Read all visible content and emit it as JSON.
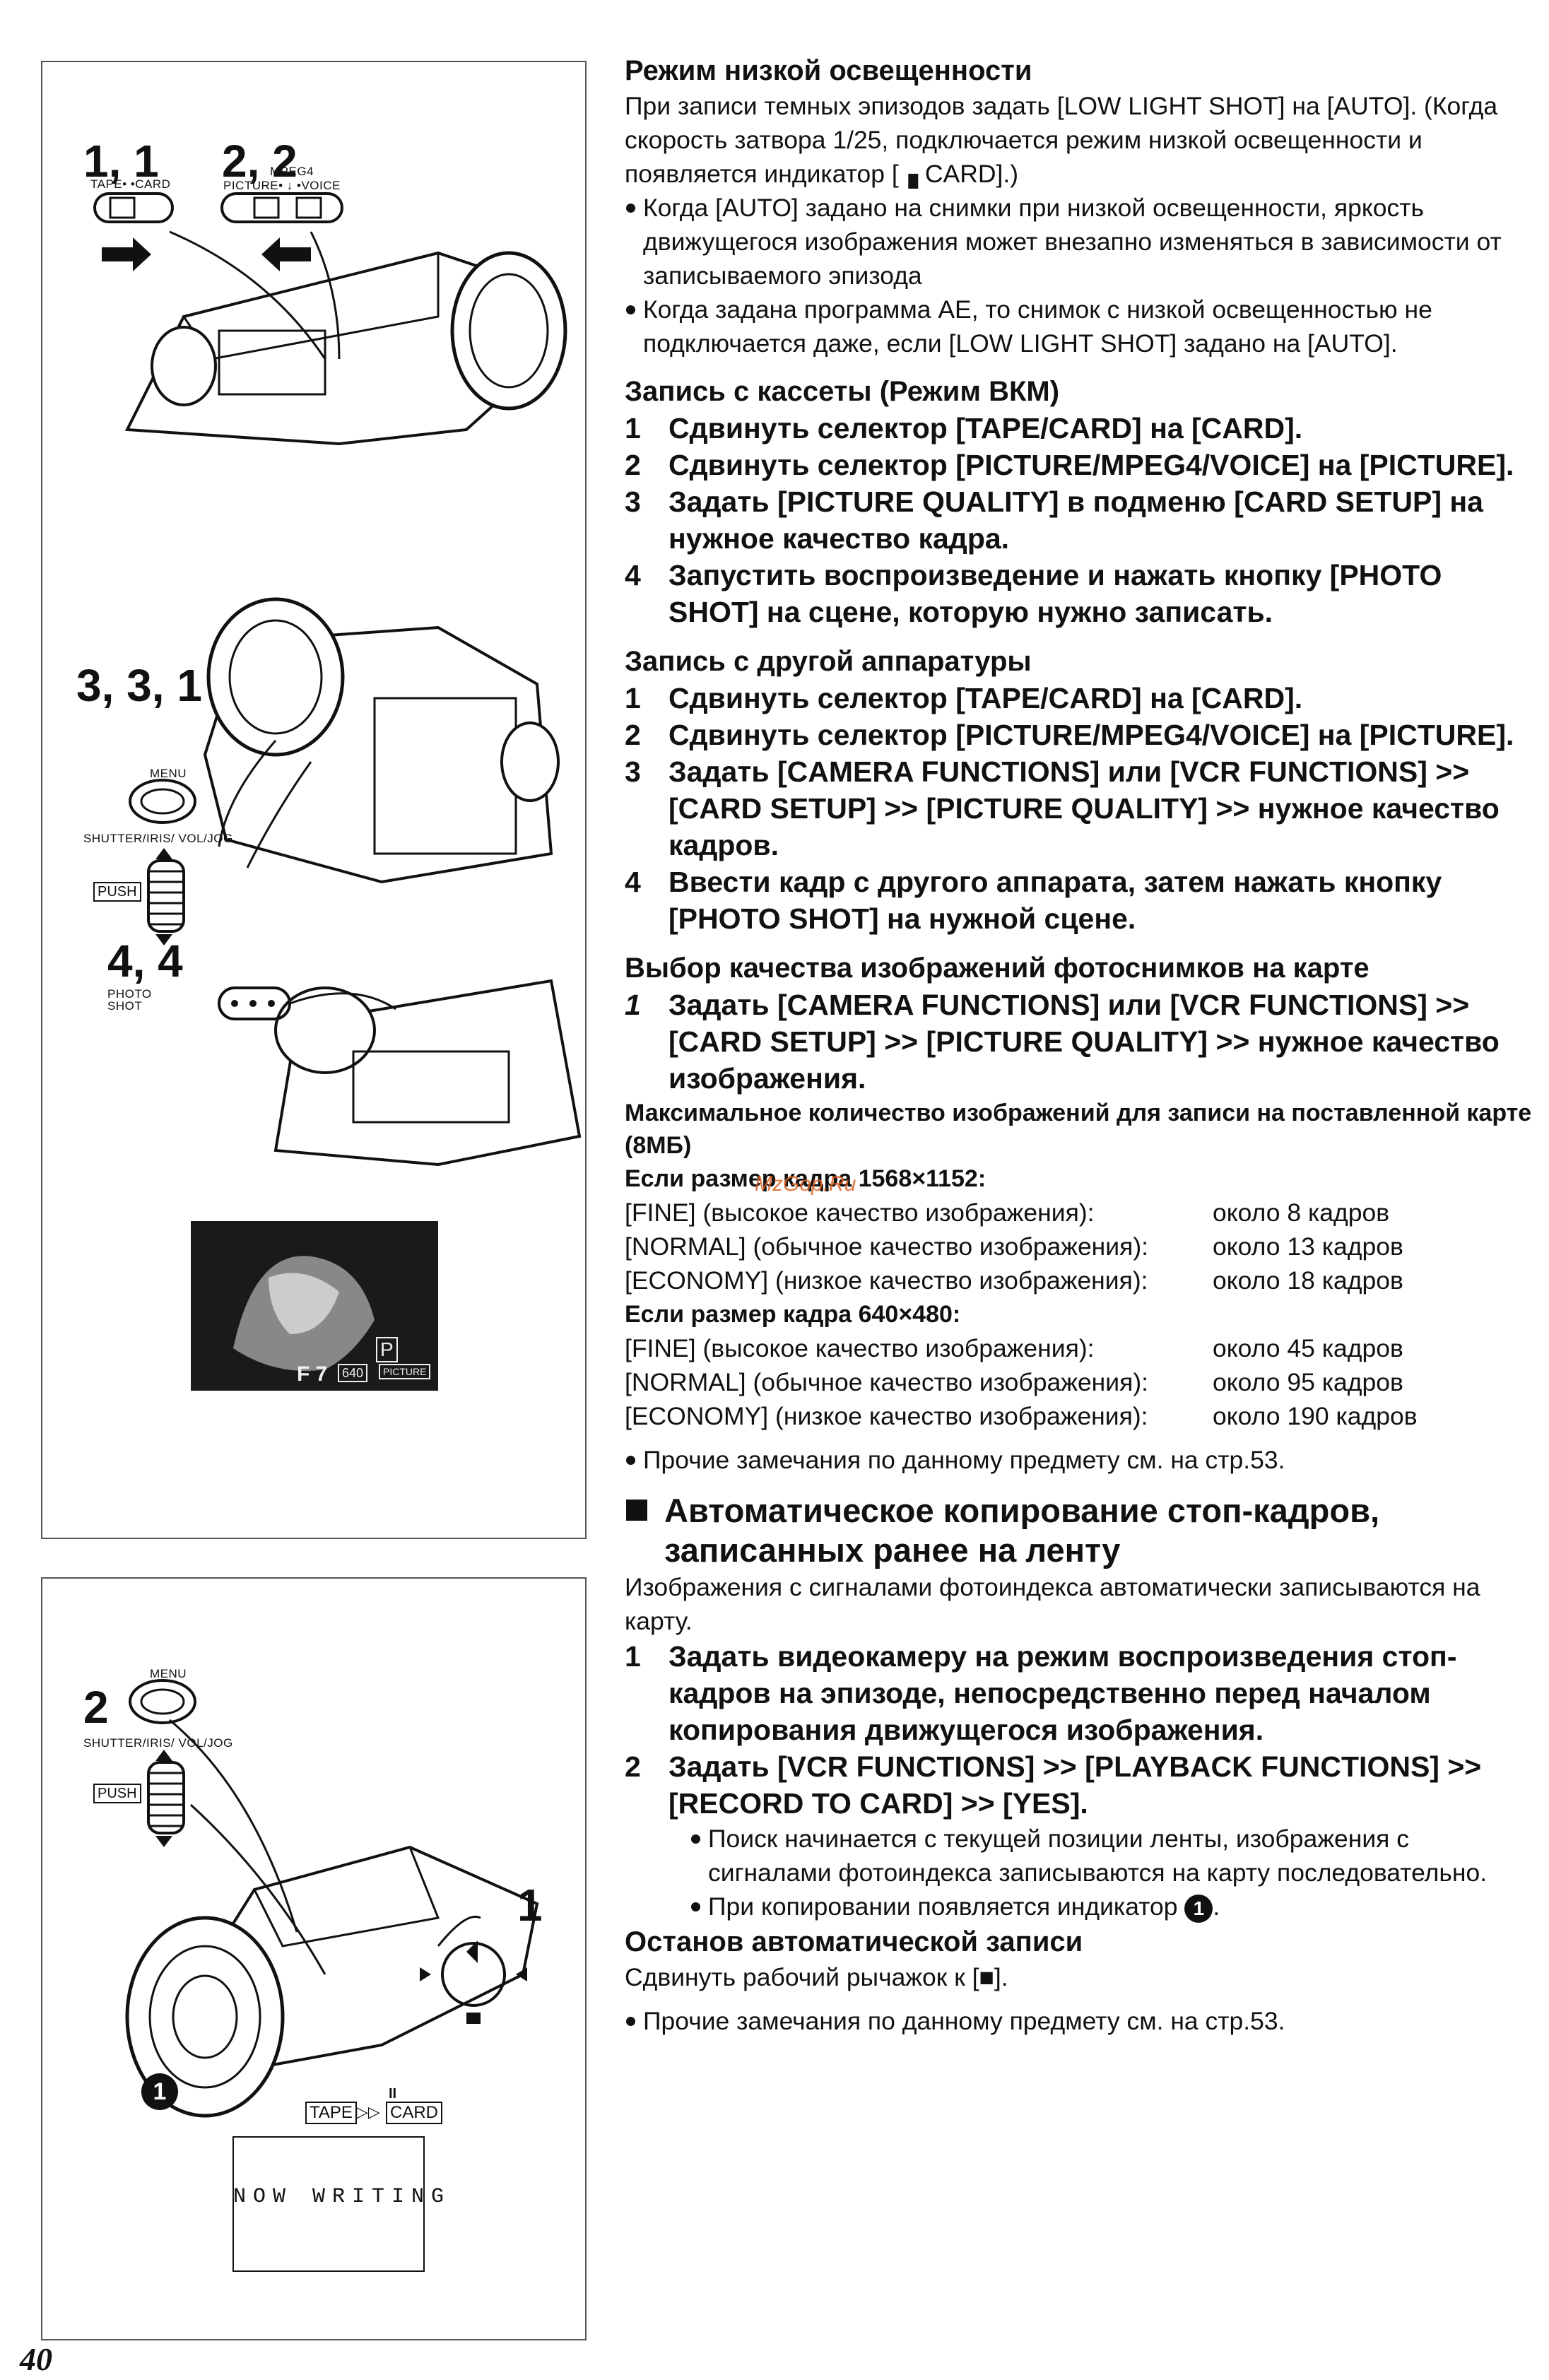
{
  "left": {
    "top_labels": {
      "step1": "1, 1",
      "step2": "2, 2",
      "tape_card": "TAPE• •CARD",
      "mpeg4": "MPEG4",
      "picture_voice": "PICTURE• ↓ •VOICE",
      "step3": "3, 3, 1",
      "menu": "MENU",
      "shutter": "SHUTTER/IRIS/ VOL/JOG",
      "push": "PUSH",
      "step4": "4, 4",
      "photo_shot": "PHOTO SHOT",
      "osd_f": "F 7",
      "osd_640": "640",
      "osd_picture": "PICTURE",
      "osd_p": "P"
    },
    "bottom_labels": {
      "step2": "2",
      "menu": "MENU",
      "shutter": "SHUTTER/IRIS/ VOL/JOG",
      "push": "PUSH",
      "step1": "1",
      "marker": "1",
      "tape": "TAPE",
      "arrow": "▷▷",
      "card": "CARD",
      "pause": "II",
      "now_writing": "NOW WRITING"
    }
  },
  "text": {
    "s1": {
      "title": "Режим низкой освещенности",
      "p1": "При записи темных эпизодов задать [LOW LIGHT SHOT] на [AUTO]. (Когда скорость затвора 1/25, подключается режим низкой освещенности и появляется индикатор [▗ CARD].)",
      "b1": "Когда [AUTO] задано на снимки при низкой освещенности, яркость движущегося изображения может внезапно изменяться в зависимости от записываемого эпизода",
      "b2": "Когда задана программа AE, то снимок с низкой освещенностью не подключается даже, если [LOW LIGHT SHOT] задано на [AUTO]."
    },
    "s2": {
      "title": "Запись с кассеты (Режим ВКМ)",
      "steps": [
        {
          "n": "1",
          "t": "Сдвинуть селектор [TAPE/CARD] на [CARD]."
        },
        {
          "n": "2",
          "t": "Сдвинуть селектор [PICTURE/MPEG4/VOICE] на [PICTURE]."
        },
        {
          "n": "3",
          "t": "Задать [PICTURE QUALITY] в подменю [CARD SETUP] на нужное качество кадра."
        },
        {
          "n": "4",
          "t": "Запустить воспроизведение и нажать кнопку [PHOTO SHOT] на сцене, которую нужно записать."
        }
      ]
    },
    "s3": {
      "title": "Запись с другой аппаратуры",
      "steps": [
        {
          "n": "1",
          "t": "Сдвинуть селектор [TAPE/CARD] на [CARD]."
        },
        {
          "n": "2",
          "t": "Сдвинуть селектор [PICTURE/MPEG4/VOICE] на [PICTURE]."
        },
        {
          "n": "3",
          "t": "Задать [CAMERA FUNCTIONS] или [VCR FUNCTIONS] >> [CARD SETUP] >> [PICTURE QUALITY] >> нужное качество кадров."
        },
        {
          "n": "4",
          "t": "Ввести кадр с другого аппарата, затем нажать кнопку [PHOTO SHOT] на нужной сцене."
        }
      ]
    },
    "s4": {
      "title": "Выбор качества изображений фотоснимков на карте",
      "steps": [
        {
          "n": "1",
          "t": "Задать [CAMERA FUNCTIONS] или [VCR FUNCTIONS] >> [CARD SETUP] >> [PICTURE QUALITY] >> нужное качество изображения."
        }
      ],
      "max_line": "Максимальное количество изображений для записи на поставленной карте (8МБ)",
      "size1": "Если размер кадра 1568×1152:",
      "rows1": [
        {
          "q": "[FINE] (высокое качество изображения):",
          "v": "около 8 кадров"
        },
        {
          "q": "[NORMAL] (обычное качество изображения):",
          "v": "около 13 кадров"
        },
        {
          "q": "[ECONOMY] (низкое качество изображения):",
          "v": "около 18 кадров"
        }
      ],
      "size2": "Если размер кадра 640×480:",
      "rows2": [
        {
          "q": "[FINE] (высокое качество изображения):",
          "v": "около 45 кадров"
        },
        {
          "q": "[NORMAL] (обычное качество изображения):",
          "v": "около 95 кадров"
        },
        {
          "q": "[ECONOMY] (низкое качество изображения):",
          "v": "около 190 кадров"
        }
      ],
      "note": "Прочие замечания по данному предмету см. на стр.53."
    },
    "s5": {
      "title": "Автоматическое копирование стоп-кадров, записанных ранее на ленту",
      "intro": "Изображения с сигналами фотоиндекса автоматически записываются на карту.",
      "steps": [
        {
          "n": "1",
          "t": "Задать видеокамеру на режим воспроизведения стоп-кадров на эпизоде, непосредственно перед началом копирования движущегося изображения."
        },
        {
          "n": "2",
          "t": "Задать [VCR FUNCTIONS] >> [PLAYBACK FUNCTIONS] >> [RECORD TO CARD] >> [YES]."
        }
      ],
      "b1": "Поиск начинается с текущей позиции ленты, изображения с сигналами фотоиндекса записываются на карту последовательно.",
      "b2_pre": "При копировании появляется индикатор",
      "b2_marker": "1",
      "b2_post": ".",
      "stop_title": "Останов автоматической записи",
      "stop_text": "Сдвинуть рабочий рычажок к [■].",
      "note": "Прочие замечания по данному предмету см. на стр.53."
    },
    "watermark": "MzGop.Ru"
  },
  "page_number": "40"
}
